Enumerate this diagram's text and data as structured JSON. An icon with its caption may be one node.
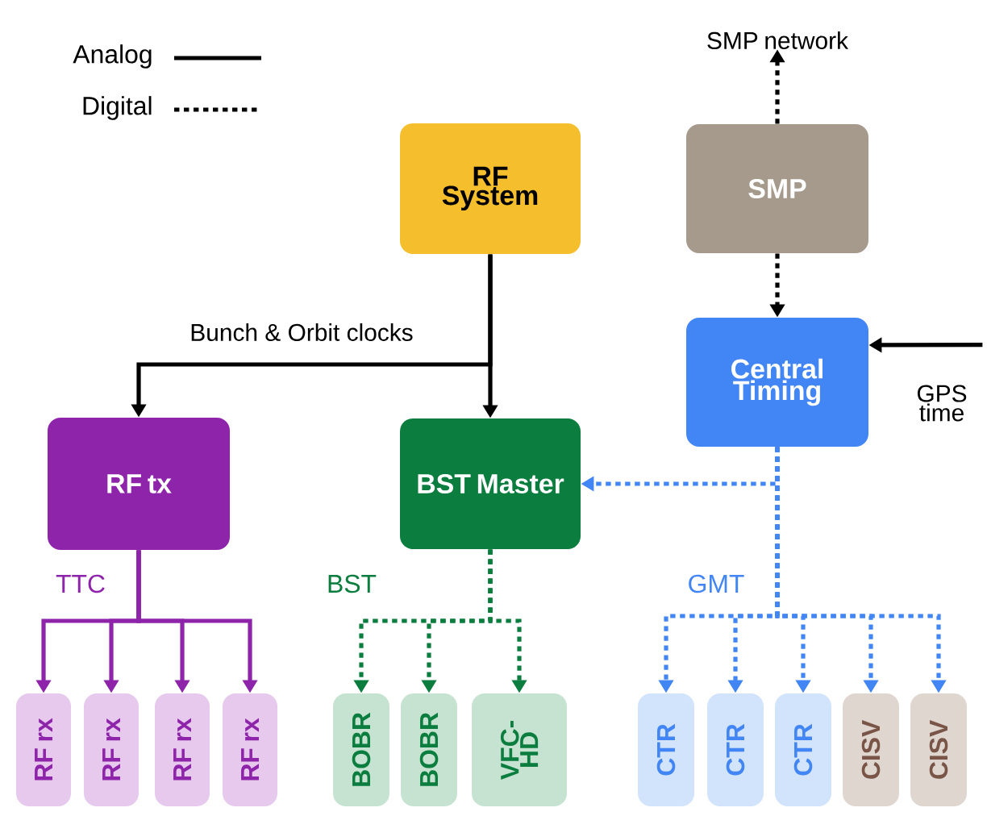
{
  "diagram": {
    "nodes": [
      {
        "text": [
          "RF System"
        ]
      },
      {
        "text": [
          "SMP"
        ]
      },
      {
        "text": [
          "SMP network"
        ]
      },
      {
        "text": [
          "Central Timing"
        ]
      },
      {
        "text": [
          "GPS time"
        ]
      },
      {
        "text": [
          "RF tx"
        ]
      },
      {
        "text": [
          "BST Master"
        ]
      },
      {
        "text": [
          "RF rx"
        ]
      },
      {
        "text": [
          "RF rx"
        ]
      },
      {
        "text": [
          "RF rx"
        ]
      },
      {
        "text": [
          "RF rx"
        ]
      },
      {
        "text": [
          "BOBR"
        ]
      },
      {
        "text": [
          "BOBR"
        ]
      },
      {
        "text": [
          "VFC-HD"
        ]
      },
      {
        "text": [
          "CTR"
        ]
      },
      {
        "text": [
          "CTR"
        ]
      },
      {
        "text": [
          "CTR"
        ]
      },
      {
        "text": [
          "CISV"
        ]
      },
      {
        "text": [
          "CISV"
        ]
      }
    ],
    "edges": [
      {
        "from": 0,
        "to": 6,
        "arrow": "to",
        "color": "#000000"
      },
      {
        "from": 0,
        "to": 5,
        "arrow": "to",
        "label": "Bunch & Orbit clocks",
        "color": "#000000"
      },
      {
        "from": 1,
        "to": 2,
        "arrow": "to",
        "style": "dashed",
        "color": "#000000"
      },
      {
        "from": 1,
        "to": 3,
        "arrow": "to",
        "style": "dashed",
        "color": "#000000"
      },
      {
        "from": 4,
        "to": 3,
        "arrow": "to",
        "color": "#000000"
      },
      {
        "from": 3,
        "to": 6,
        "arrow": "to",
        "style": "dashed",
        "color": "#4285f4"
      },
      {
        "from": 5,
        "to": 7,
        "arrow": "to",
        "color": "#8e24aa"
      },
      {
        "from": 5,
        "to": 8,
        "arrow": "to",
        "color": "#8e24aa"
      },
      {
        "from": 5,
        "to": 9,
        "arrow": "to",
        "color": "#8e24aa"
      },
      {
        "from": 5,
        "to": 10,
        "arrow": "to",
        "color": "#8e24aa"
      },
      {
        "from": 6,
        "to": 11,
        "arrow": "to",
        "style": "dashed",
        "color": "#0b7d3e"
      },
      {
        "from": 6,
        "to": 12,
        "arrow": "to",
        "style": "dashed",
        "color": "#0b7d3e"
      },
      {
        "from": 6,
        "to": 13,
        "arrow": "to",
        "style": "dashed",
        "color": "#0b7d3e"
      },
      {
        "from": 3,
        "to": 14,
        "arrow": "to",
        "style": "dashed",
        "color": "#4285f4"
      },
      {
        "from": 3,
        "to": 15,
        "arrow": "to",
        "style": "dashed",
        "color": "#4285f4"
      },
      {
        "from": 3,
        "to": 16,
        "arrow": "to",
        "style": "dashed",
        "color": "#4285f4"
      },
      {
        "from": 3,
        "to": 17,
        "arrow": "to",
        "style": "dashed",
        "color": "#4285f4"
      },
      {
        "from": 3,
        "to": 18,
        "arrow": "to",
        "style": "dashed",
        "color": "#4285f4"
      }
    ],
    "labels": [
      "TTC",
      "BST",
      "GMT"
    ],
    "legend": [
      {
        "text": "Analog"
      },
      {
        "text": "Digital"
      }
    ]
  }
}
